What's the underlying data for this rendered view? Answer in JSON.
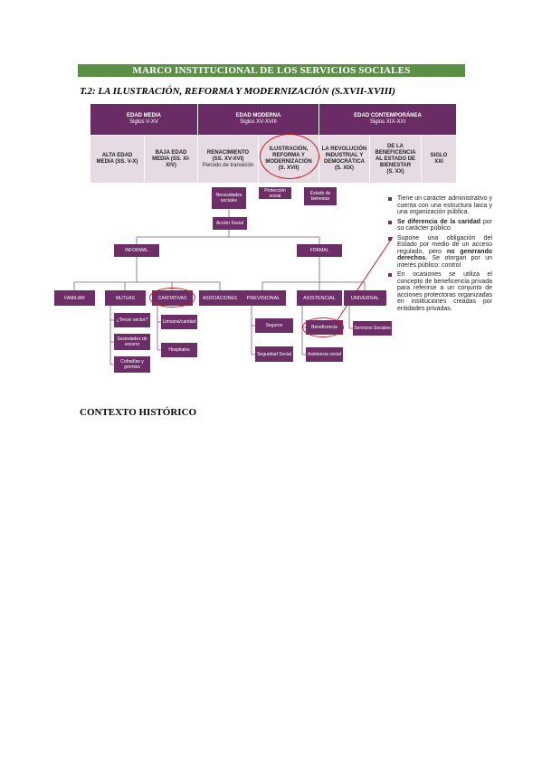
{
  "header": {
    "banner": "MARCO INSTITUCIONAL DE LOS SERVICIOS SOCIALES",
    "subtitle": "T.2: LA ILUSTRACIÓN, REFORMA Y MODERNIZACIÓN (S.XVII-XVIII)"
  },
  "periods": {
    "ages": [
      {
        "name": "EDAD MEDIA",
        "span": "Siglos V-XV"
      },
      {
        "name": "EDAD MODERNA",
        "span": "Siglos XV-XVIII"
      },
      {
        "name": "EDAD CONTEMPORÁNEA",
        "span": "Siglos XIX-XXI"
      }
    ],
    "sub": [
      {
        "l1": "ALTA EDAD",
        "l2": "MEDIA (SS. V-X)",
        "l3": ""
      },
      {
        "l1": "BAJA EDAD",
        "l2": "MEDIA (SS. XI-",
        "l3": "XIV)"
      },
      {
        "l1": "RENACIMIENTO",
        "l2": "(SS. XV-XVI)",
        "l3": "Periodo de transición"
      },
      {
        "l1": "ILUSTRACIÓN,",
        "l2": "REFORMA Y",
        "l3": "MODERNIZACIÓN",
        "l4": "(S. XVII)"
      },
      {
        "l1": "LA REVOLUCIÓN",
        "l2": "INDUSTRIAL Y",
        "l3": "DEMOCRÁTICA",
        "l4": "(S. XIX)"
      },
      {
        "l1": "DE LA",
        "l2": "BENEFICENCIA",
        "l3": "AL ESTADO DE",
        "l4": "BIENESTAR",
        "l5": "(S. XX)"
      },
      {
        "l1": "SIGLO",
        "l2": "XXI",
        "l3": ""
      }
    ]
  },
  "tree": {
    "top": [
      "Necesidades sociales",
      "Protección social",
      "Estado de bienestar"
    ],
    "accion": "Acción Social",
    "informal": "INFORMAL",
    "formal": "FORMAL",
    "informal_children": [
      "FAMILIAR",
      "MUTUAS",
      "CARITATIVAS",
      "ASOCIACIONES"
    ],
    "formal_children": [
      "PREVISIONAL",
      "ASISTENCIAL",
      "UNIVERSAL"
    ],
    "mutuas_children": [
      "¿Tercer sector?",
      "Sociedades de socorro",
      "Cofradías y gremios"
    ],
    "caritativas_children": [
      "Limosna/caridad",
      "Hospitales"
    ],
    "previsional_children": [
      "Seguros",
      "Seguridad Social"
    ],
    "asistencial_children": [
      "Beneficencia",
      "Asistencia social"
    ],
    "universal_children": [
      "Servicios Sociales"
    ]
  },
  "bullets": [
    {
      "pre": "Tiene un carácter administrativo y cuenta con una estructura laica y una organización pública.",
      "bold": "",
      "post": ""
    },
    {
      "pre": "",
      "bold": "Se diferencia de la caridad",
      "post": " por su carácter público."
    },
    {
      "pre": "Supone una obligación del Estado por medio de un acceso regulado, pero ",
      "bold": "no generando derechos.",
      "post": " Se otorgan por un interés público: control"
    },
    {
      "pre": "En ocasiones se utiliza el concepto de beneficencia privada para referirse a un conjunto de acciones protectoras organizadas en instituciones creadas por entidades privadas.",
      "bold": "",
      "post": ""
    }
  ],
  "section": {
    "title": "CONTEXTO HISTÓRICO"
  },
  "colors": {
    "banner": "#5b8f45",
    "node": "#6d2e68",
    "header": "#6a2c65",
    "sub": "#e6dbe3",
    "highlight": "#d21a1a"
  }
}
